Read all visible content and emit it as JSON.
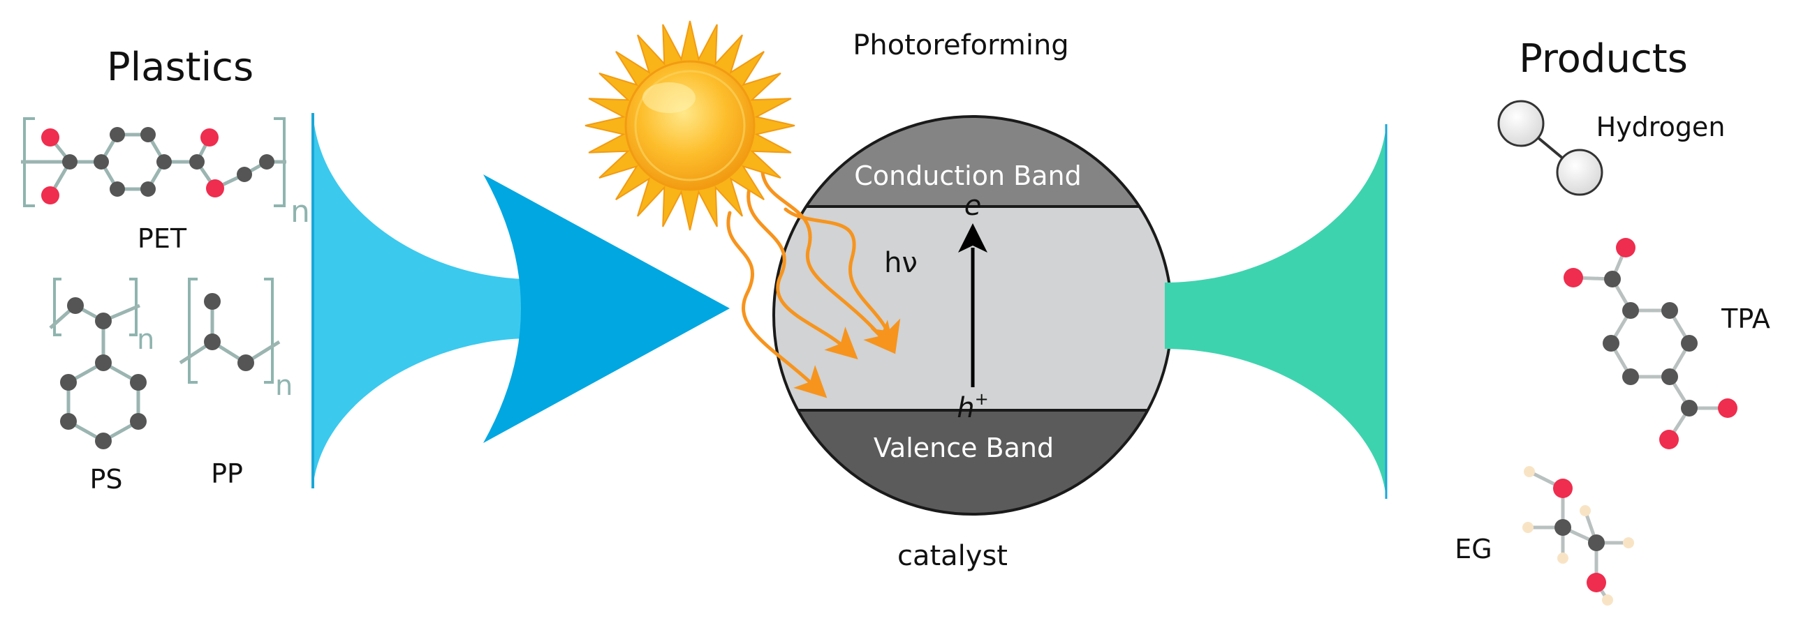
{
  "sections": {
    "inputs_title": "Plastics",
    "process_title": "Photoreforming",
    "catalyst_label": "catalyst",
    "outputs_title": "Products"
  },
  "plastics": [
    {
      "label": "PET"
    },
    {
      "label": "PS"
    },
    {
      "label": "PP"
    }
  ],
  "polymer_subscript": "n",
  "catalyst": {
    "conduction_band": "Conduction Band",
    "valence_band": "Valence Band",
    "electron": "e",
    "hole": "h",
    "hole_charge": "+",
    "photon": "hν"
  },
  "products": [
    {
      "label": "Hydrogen"
    },
    {
      "label": "TPA"
    },
    {
      "label": "EG"
    }
  ],
  "colors": {
    "input_funnel": "#3BC9EE",
    "input_arrow": "#00A7E1",
    "output_funnel": "#3ED3AF",
    "conduction_band": "#848484",
    "band_gap": "#D1D3D4",
    "valence_band": "#5B5B5B",
    "light_rays": "#F7941D",
    "sun_outer": "#F9B418",
    "sun_inner": "#FFD34E",
    "oxygen_atom": "#EF2D4E",
    "carbon_atom": "#555555",
    "hydrogen_atom_small": "#F8E4C5",
    "hydrogen_molecule_atom": "#ECECEC",
    "polymer_bond": "#9BB5B1",
    "bracket": "#8FB4AF"
  }
}
